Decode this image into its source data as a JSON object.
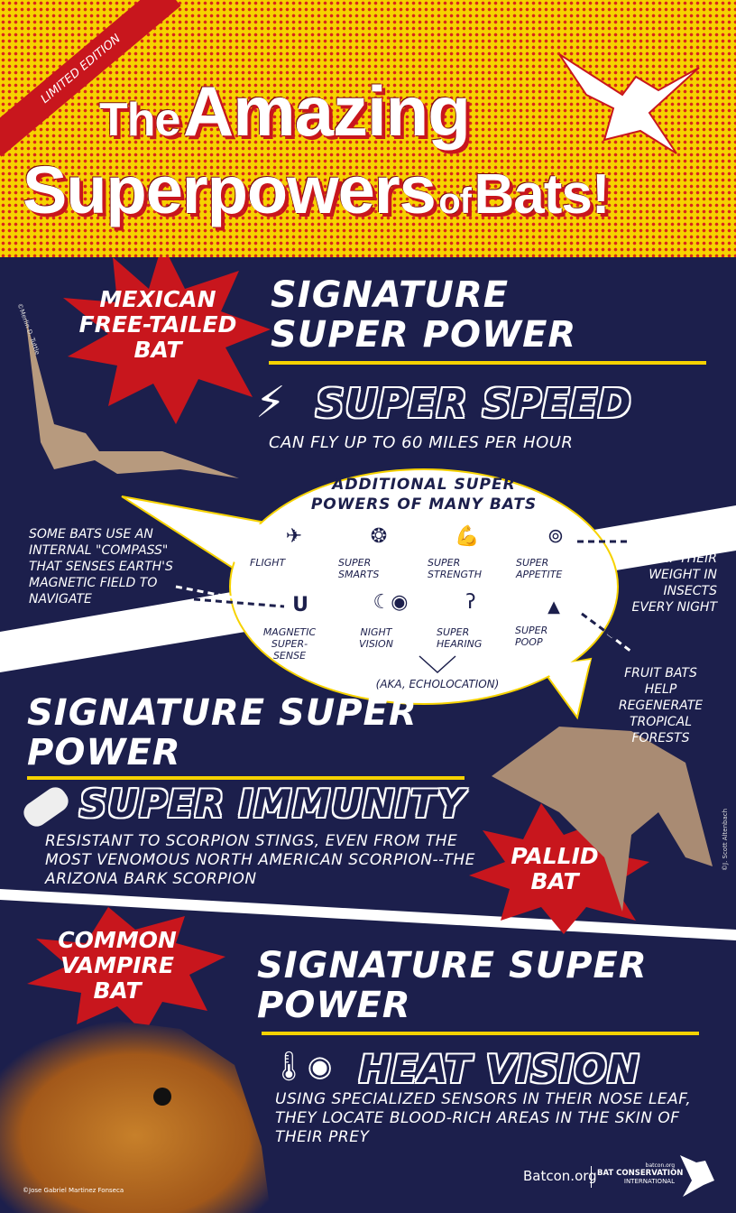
{
  "header": {
    "ribbon": "LIMITED EDITION",
    "title_line1_small": "The",
    "title_line1_big": "Amazing",
    "title_line2_big": "Superpowers",
    "title_line2_small": "of",
    "title_line2_end": "Bats!"
  },
  "sections": [
    {
      "bat_name": "MEXICAN FREE-TAILED BAT",
      "heading": "SIGNATURE SUPER POWER",
      "icon": "lightning-icon",
      "power": "SUPER SPEED",
      "description": "CAN FLY UP TO 60 MILES PER HOUR",
      "photo_credit": "©Merlin D. Tuttle"
    },
    {
      "bat_name": "PALLID BAT",
      "heading": "SIGNATURE SUPER POWER",
      "icon": "bandage-icon",
      "power": "SUPER IMMUNITY",
      "description": "RESISTANT TO SCORPION STINGS, EVEN FROM THE MOST VENOMOUS NORTH AMERICAN SCORPION--THE ARIZONA BARK SCORPION",
      "photo_credit": "©J. Scott Altenbach"
    },
    {
      "bat_name": "COMMON VAMPIRE BAT",
      "heading": "SIGNATURE SUPER POWER",
      "icon": "thermometer-eye-icon",
      "power": "HEAT VISION",
      "description": "USING SPECIALIZED SENSORS IN THEIR NOSE LEAF, THEY LOCATE BLOOD-RICH AREAS IN THE SKIN OF THEIR PREY",
      "photo_credit": "©Jose Gabriel Martinez Fonseca"
    }
  ],
  "bubble": {
    "title": "ADDITIONAL SUPER POWERS OF MANY BATS",
    "items": [
      {
        "label": "FLIGHT",
        "icon": "airplane-icon"
      },
      {
        "label": "SUPER SMARTS",
        "icon": "brain-icon"
      },
      {
        "label": "SUPER STRENGTH",
        "icon": "flexed-arm-icon"
      },
      {
        "label": "SUPER APPETITE",
        "icon": "plate-cutlery-icon"
      },
      {
        "label": "MAGNETIC SUPER-SENSE",
        "icon": "magnet-icon"
      },
      {
        "label": "NIGHT VISION",
        "icon": "moon-eye-icon"
      },
      {
        "label": "SUPER HEARING",
        "icon": "ear-icon"
      },
      {
        "label": "SUPER POOP",
        "icon": "poop-icon"
      }
    ],
    "echolocation": "(AKA, ECHOLOCATION)"
  },
  "notes": {
    "compass": "SOME BATS USE AN INTERNAL \"COMPASS\" THAT SENSES EARTH'S MAGNETIC FIELD TO NAVIGATE",
    "appetite": "MANY BATS EAT THEIR WEIGHT IN INSECTS EVERY NIGHT",
    "fruit": "FRUIT BATS HELP REGENERATE TROPICAL FORESTS"
  },
  "footer": {
    "site": "Batcon.org",
    "org_small": "batcon.org",
    "org_line1": "BAT CONSERVATION",
    "org_line2": "INTERNATIONAL"
  },
  "colors": {
    "navy": "#1c1f4c",
    "yellow": "#f6d200",
    "red": "#c8161d",
    "white": "#ffffff"
  }
}
